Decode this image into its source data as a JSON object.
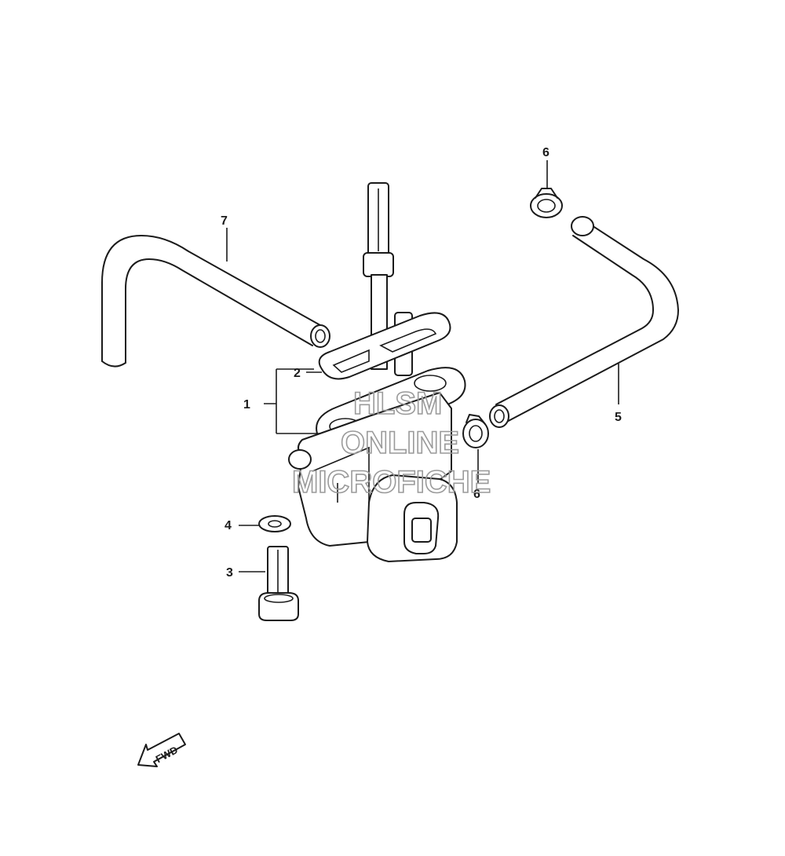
{
  "callouts": {
    "c1": "1",
    "c2": "2",
    "c3": "3",
    "c4": "4",
    "c5": "5",
    "c6a": "6",
    "c6b": "6",
    "c7": "7"
  },
  "watermark": {
    "line1": "HLSM",
    "line2": "ONLINE",
    "line3": "MICROFICHE"
  },
  "fwd_label": "FWD"
}
